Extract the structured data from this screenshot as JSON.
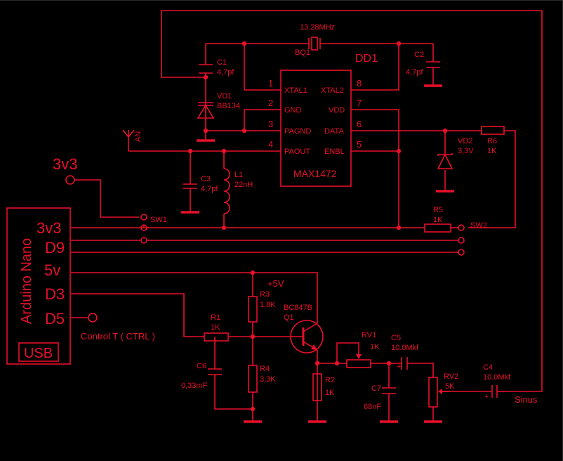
{
  "ic": {
    "ref": "DD1",
    "part": "MAX1472",
    "pins": [
      {
        "num": "1",
        "name": "XTAL1"
      },
      {
        "num": "2",
        "name": "GND"
      },
      {
        "num": "3",
        "name": "PAGND"
      },
      {
        "num": "4",
        "name": "PAOUT"
      },
      {
        "num": "8",
        "name": "XTAL2"
      },
      {
        "num": "7",
        "name": "VDD"
      },
      {
        "num": "6",
        "name": "DATA"
      },
      {
        "num": "5",
        "name": "ENBL"
      }
    ]
  },
  "crystal": {
    "ref": "BQ1",
    "value": "13.28MHz"
  },
  "capacitors": [
    {
      "ref": "C1",
      "value": "4,7pf"
    },
    {
      "ref": "C2",
      "value": "4,7pf"
    },
    {
      "ref": "C3",
      "value": "4,7pf"
    },
    {
      "ref": "C5",
      "value": "10.0Mkf"
    },
    {
      "ref": "C4",
      "value": "10.0Mkf"
    },
    {
      "ref": "C6",
      "value": "0,33mF"
    },
    {
      "ref": "C7",
      "value": "68nF"
    }
  ],
  "diodes": [
    {
      "ref": "VD1",
      "value": "BB134"
    },
    {
      "ref": "VD2",
      "value": "3,3V"
    }
  ],
  "inductor": {
    "ref": "L1",
    "value": "22nH"
  },
  "resistors": [
    {
      "ref": "R6",
      "value": "1K"
    },
    {
      "ref": "R5",
      "value": "1K"
    },
    {
      "ref": "R3",
      "value": "1,8K"
    },
    {
      "ref": "R1",
      "value": "1K"
    },
    {
      "ref": "R4",
      "value": "3,3K"
    },
    {
      "ref": "R2",
      "value": "1K"
    },
    {
      "ref": "RV1",
      "value": "1K"
    },
    {
      "ref": "RV2",
      "value": "5K"
    }
  ],
  "transistor": {
    "part": "BC847B",
    "ref": "Q1"
  },
  "antenna": "AN",
  "switches": [
    "SW1",
    "SW2"
  ],
  "labels": {
    "v3v3": "3v3",
    "plus5v": "+5V",
    "sinus": "Sinus",
    "control": "Control T ( CTRL )"
  },
  "arduino": {
    "name": "Arduino Nano",
    "pins": [
      "3v3",
      "D9",
      "5v",
      "D3",
      "D5"
    ],
    "usb": "USB"
  }
}
